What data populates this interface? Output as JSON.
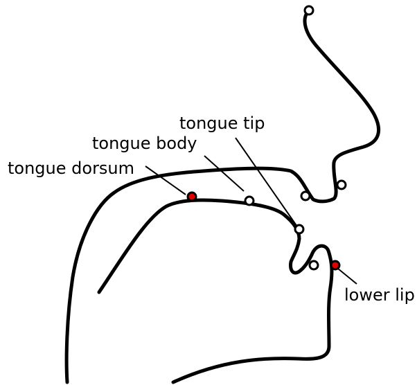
{
  "labels": {
    "tongue_tip": "tongue tip",
    "tongue_body": "tongue body",
    "tongue_dorsum": "tongue dorsum",
    "lower_lip": "lower lip"
  },
  "colors": {
    "line": "#000000",
    "open_marker": "#ffffff",
    "highlight_marker": "#e00000",
    "background": "#ffffff"
  }
}
